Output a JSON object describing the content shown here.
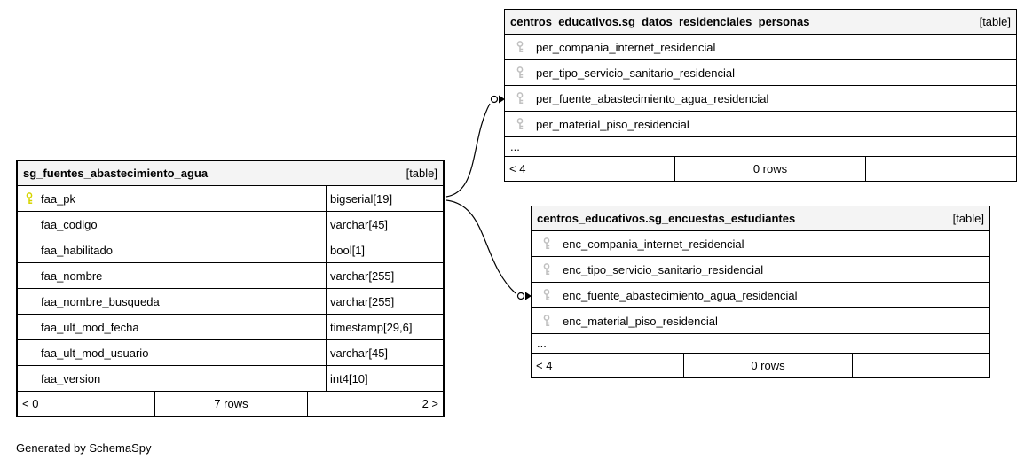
{
  "page": {
    "generated_by": "Generated by SchemaSpy"
  },
  "colors": {
    "primary_key_icon": "#d6d400",
    "foreign_key_icon": "#bfbfbf",
    "header_bg": "#f4f4f4",
    "border": "#000000",
    "background": "#ffffff"
  },
  "main_table": {
    "title": "sg_fuentes_abastecimiento_agua",
    "tag": "[table]",
    "columns": [
      {
        "name": "faa_pk",
        "type": "bigserial[19]"
      },
      {
        "name": "faa_codigo",
        "type": "varchar[45]"
      },
      {
        "name": "faa_habilitado",
        "type": "bool[1]"
      },
      {
        "name": "faa_nombre",
        "type": "varchar[255]"
      },
      {
        "name": "faa_nombre_busqueda",
        "type": "varchar[255]"
      },
      {
        "name": "faa_ult_mod_fecha",
        "type": "timestamp[29,6]"
      },
      {
        "name": "faa_ult_mod_usuario",
        "type": "varchar[45]"
      },
      {
        "name": "faa_version",
        "type": "int4[10]"
      }
    ],
    "footer": {
      "prev": "< 0",
      "rows": "7 rows",
      "next": "2 >"
    }
  },
  "datos_table": {
    "title": "centros_educativos.sg_datos_residenciales_personas",
    "tag": "[table]",
    "columns": [
      {
        "name": "per_compania_internet_residencial"
      },
      {
        "name": "per_tipo_servicio_sanitario_residencial"
      },
      {
        "name": "per_fuente_abastecimiento_agua_residencial"
      },
      {
        "name": "per_material_piso_residencial"
      }
    ],
    "ellipsis": "...",
    "footer": {
      "prev": "< 4",
      "rows": "0 rows",
      "next": ""
    }
  },
  "encuestas_table": {
    "title": "centros_educativos.sg_encuestas_estudiantes",
    "tag": "[table]",
    "columns": [
      {
        "name": "enc_compania_internet_residencial"
      },
      {
        "name": "enc_tipo_servicio_sanitario_residencial"
      },
      {
        "name": "enc_fuente_abastecimiento_agua_residencial"
      },
      {
        "name": "enc_material_piso_residencial"
      }
    ],
    "ellipsis": "...",
    "footer": {
      "prev": "< 4",
      "rows": "0 rows",
      "next": ""
    }
  }
}
